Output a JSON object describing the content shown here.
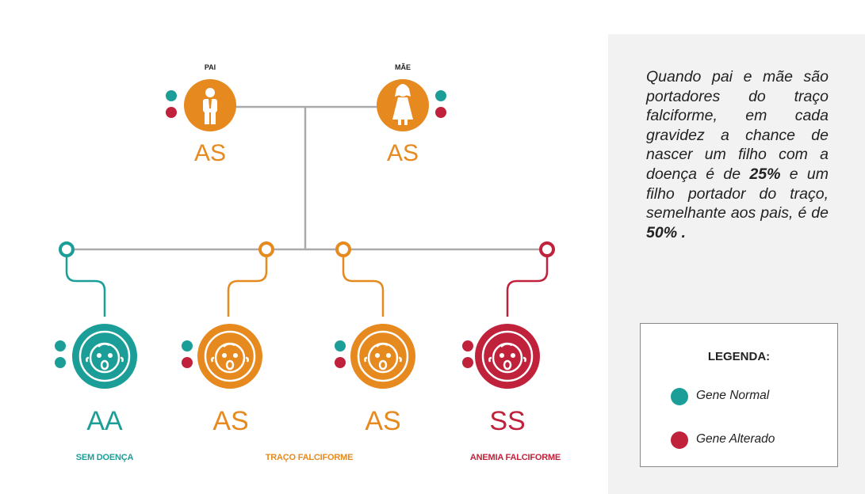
{
  "colors": {
    "normal": "#1a9e97",
    "altered": "#c0223b",
    "carrier": "#e68a1f",
    "line": "#aaaaaa"
  },
  "parents": {
    "father": {
      "label": "PAI",
      "genotype": "AS",
      "icon": "man-icon"
    },
    "mother": {
      "label": "MÃE",
      "genotype": "AS",
      "icon": "woman-icon"
    }
  },
  "children": [
    {
      "genotype": "AA",
      "type": "normal"
    },
    {
      "genotype": "AS",
      "type": "carrier"
    },
    {
      "genotype": "AS",
      "type": "carrier"
    },
    {
      "genotype": "SS",
      "type": "altered"
    }
  ],
  "statuses": {
    "healthy": "SEM DOENÇA",
    "trait": "TRAÇO FALCIFORME",
    "disease": "ANEMIA FALCIFORME"
  },
  "description": {
    "text_1": "Quando pai e mãe são portadores do traço falciforme, em cada gravidez a chance de nascer um filho com a doença é de ",
    "pct_disease": "25%",
    "text_2": " e um filho portador do traço, semelhante aos pais, é de ",
    "pct_trait": "50%",
    "text_3": " ."
  },
  "legend": {
    "title": "LEGENDA:",
    "normal_label": "Gene Normal",
    "altered_label": "Gene Alterado"
  }
}
